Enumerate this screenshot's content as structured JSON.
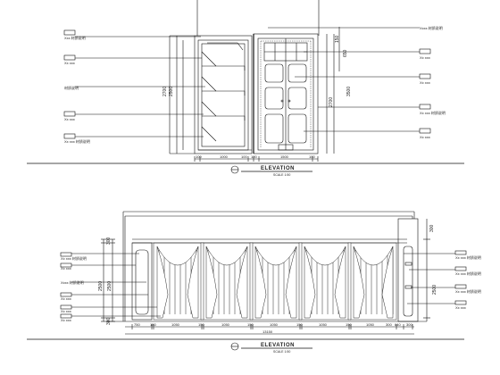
{
  "elevation_top": {
    "title": "ELEVATION",
    "scale": "SCALE 1:50",
    "labels_left": [
      "Xxx 材质说明",
      "Xx xxx",
      "材质说明",
      "Xx xxx",
      "Xx xxx 材质说明"
    ],
    "labels_right": [
      "Xxxx 材质说明",
      "Xx xxx",
      "Xx xxx",
      "Xx xxx 材质说明",
      "Xx xxx"
    ],
    "dims_vertical_left": [
      "2700",
      "2500"
    ],
    "dims_vertical_right_a": [
      "3500",
      "2700"
    ],
    "dims_vertical_right_b": [
      "150",
      "650"
    ],
    "dims_bottom": [
      "100",
      "1000",
      "100",
      "100",
      "1500",
      "100"
    ]
  },
  "elevation_bottom": {
    "title": "ELEVATION",
    "scale": "SCALE 1:50",
    "labels_left": [
      "Xx xxx 材质说明",
      "Xx xxx",
      "Xxxx 材质说明",
      "Xx xxx",
      "Xx xxx",
      "Xx xxx"
    ],
    "labels_right": [
      "Xx xxx 材质说明",
      "Xx xxx 材质说明",
      "Xx xxx 材质说明",
      "Xx xxx"
    ],
    "dims_vertical_left": [
      "300",
      "2500",
      "2500",
      "300"
    ],
    "dims_vertical_right": [
      "2500",
      "300"
    ],
    "dims_bottom": [
      "750",
      "150",
      "1050",
      "150",
      "1050",
      "150",
      "1050",
      "150",
      "1050",
      "150",
      "1050",
      "300",
      "640",
      "300"
    ],
    "dims_total": "13150"
  }
}
